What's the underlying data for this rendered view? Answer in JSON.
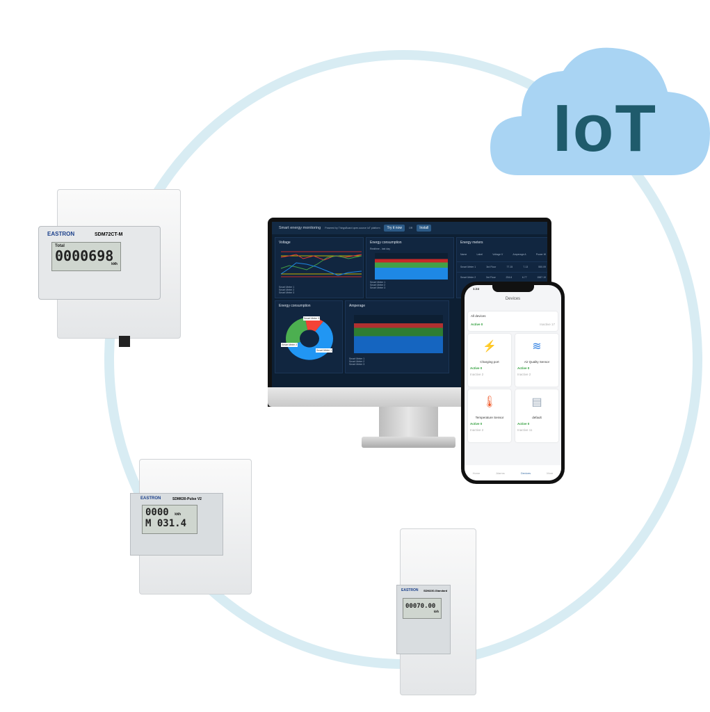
{
  "cloud": {
    "label": "IoT",
    "color": "#a9d4f3",
    "text_color": "#1f5b6c"
  },
  "dashboard": {
    "title": "Smart energy monitoring",
    "subtitle": "Powered by ThingsBoard open-source IoT platform",
    "try_label": "Try it now",
    "or_label": "OR",
    "install_label": "Install",
    "voltage": {
      "title": "Voltage",
      "legend": [
        "Smart Meter 1",
        "Smart Meter 2",
        "Smart Meter 3"
      ]
    },
    "energy_bar": {
      "title": "Energy consumption",
      "range": "Realtime - last day",
      "legend": [
        "Smart Meter 1",
        "Smart Meter 2",
        "Smart Meter 3"
      ]
    },
    "energy_meters": {
      "title": "Energy meters",
      "columns": [
        "Name",
        "Label",
        "Voltage V",
        "Amperage A",
        "Power W"
      ],
      "rows": [
        [
          "Smart Meter 1",
          "3rd Floor",
          "77.15",
          "7.13",
          "550.09"
        ],
        [
          "Smart Meter 2",
          "3rd Floor",
          "234.6",
          "6.77",
          "1587.19"
        ]
      ]
    },
    "energy_pie": {
      "title": "Energy consumption",
      "slices": [
        {
          "label": "Smart Meter 1",
          "value": 59,
          "color": "#2196f3"
        },
        {
          "label": "Smart Meter 2",
          "value": 28,
          "color": "#4caf50"
        },
        {
          "label": "Smart Meter 3",
          "value": 13,
          "color": "#f44336"
        }
      ]
    },
    "amperage": {
      "title": "Amperage",
      "legend": [
        "Smart Meter 1",
        "Smart Meter 2",
        "Smart Meter 3"
      ]
    }
  },
  "phone": {
    "time": "1:24",
    "title": "Devices",
    "all_devices": "All devices",
    "all_active": "Active 0",
    "all_inactive": "Inactive 17",
    "devices": [
      {
        "name": "Charging port",
        "active": "Active 0",
        "inactive": "Inactive 2"
      },
      {
        "name": "Air Quality Sensor",
        "active": "Active 0",
        "inactive": "Inactive 2"
      },
      {
        "name": "Temperature Sensor",
        "active": "Active 0",
        "inactive": "Inactive 2"
      },
      {
        "name": "default",
        "active": "Active 0",
        "inactive": "Inactive 11"
      }
    ],
    "nav": [
      "Home",
      "Alarms",
      "Devices",
      "More"
    ]
  },
  "meters": [
    {
      "brand": "EASTRON",
      "model": "SDM72CT-M",
      "label": "Total",
      "reading": "0000698",
      "unit": "kWh"
    },
    {
      "brand": "EASTRON",
      "model": "SDM630-Pulse V2",
      "reading_top": "0000",
      "reading_bottom": "031.4",
      "unit": "kWh",
      "prefix": "M"
    },
    {
      "brand": "EASTRON",
      "model": "SDM230-Standard",
      "reading": "00070.00",
      "unit": "kWh"
    }
  ]
}
